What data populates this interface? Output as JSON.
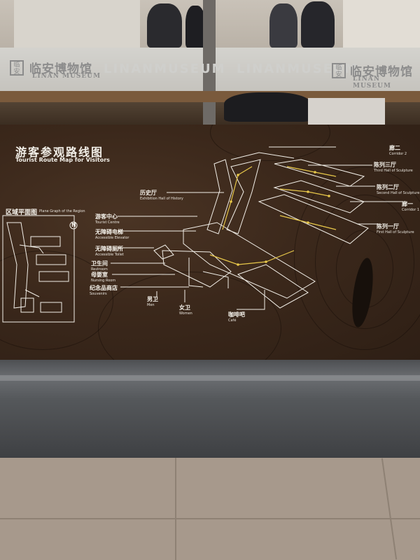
{
  "museum": {
    "name_cn": "临安博物馆",
    "name_en": "LINAN MUSEUM",
    "ghost_text": "LINANMUSEUM"
  },
  "sign": {
    "title_cn": "游客参观路线图",
    "title_en": "Tourist Route Map for Visitors",
    "region_cn": "区域平面图",
    "region_en": "Plane Graph of the Region",
    "north": "N"
  },
  "labels": [
    {
      "id": "corridor2",
      "cn": "廊二",
      "en": "Corridor 2"
    },
    {
      "id": "hall3",
      "cn": "陈列三厅",
      "en": "Third Hall of Sculpture"
    },
    {
      "id": "hall2",
      "cn": "陈列二厅",
      "en": "Second Hall of Sculpture"
    },
    {
      "id": "corridor1",
      "cn": "廊一",
      "en": "Corridor 1"
    },
    {
      "id": "hall1",
      "cn": "陈列一厅",
      "en": "First Hall of Sculpture"
    },
    {
      "id": "history",
      "cn": "历史厅",
      "en": "Exhibition Hall of History"
    },
    {
      "id": "tourist",
      "cn": "游客中心",
      "en": "Tourist Centre"
    },
    {
      "id": "elevator",
      "cn": "无障碍电梯",
      "en": "Accessible Elevator"
    },
    {
      "id": "toilet",
      "cn": "无障碍厕所",
      "en": "Accessible Toilet"
    },
    {
      "id": "restroom",
      "cn": "卫生间",
      "en": "Restroom"
    },
    {
      "id": "nursing",
      "cn": "母婴室",
      "en": "Nursing Room"
    },
    {
      "id": "souvenir",
      "cn": "纪念品商店",
      "en": "Souvenirs"
    },
    {
      "id": "men",
      "cn": "男卫",
      "en": "Men"
    },
    {
      "id": "women",
      "cn": "女卫",
      "en": "Women"
    },
    {
      "id": "cafe",
      "cn": "咖啡吧",
      "en": "Café"
    }
  ],
  "colors": {
    "route_arrow": "#e8c84a",
    "line": "#f2efe8",
    "wood": "#3b281b"
  }
}
